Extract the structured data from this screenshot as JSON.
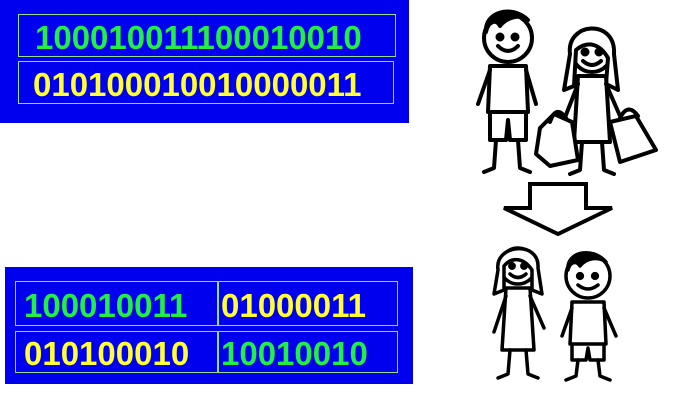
{
  "parent_codes": {
    "row1": "100010011100010010",
    "row2": "010100010010000011"
  },
  "child_codes": {
    "row1_left": "100010011",
    "row1_right": "01000011",
    "row2_left": "010100010",
    "row2_right": "10010010"
  },
  "colors": {
    "panel_blue": "#0000ee",
    "gene_green": "#22ee44",
    "gene_yellow": "#ffff33"
  },
  "icons": {
    "parents": "stick-figure-parents-icon",
    "arrow": "down-arrow-icon",
    "children": "stick-figure-children-icon"
  }
}
